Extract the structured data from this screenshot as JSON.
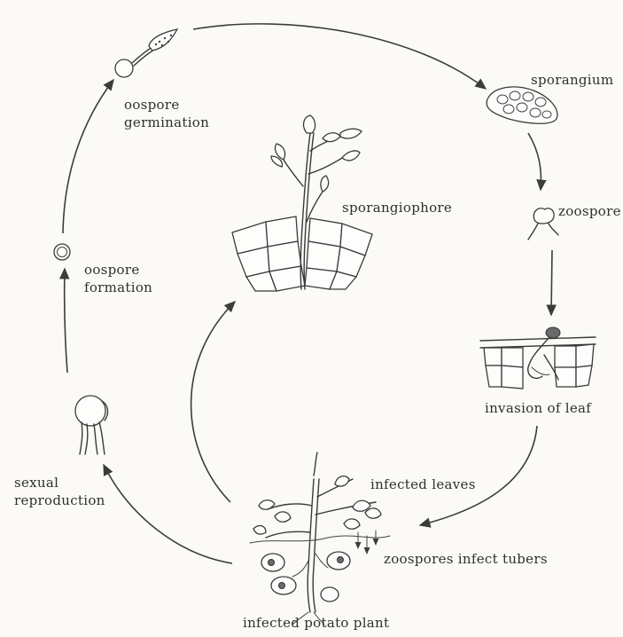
{
  "labels": {
    "oospore_germination": [
      "oospore",
      "germination"
    ],
    "sporangium": "sporangium",
    "sporangiophore": "sporangiophore",
    "zoospore": "zoospore",
    "oospore_formation": [
      "oospore",
      "formation"
    ],
    "invasion_of_leaf": "invasion of leaf",
    "sexual_reproduction": [
      "sexual",
      "reproduction"
    ],
    "infected_leaves": "infected leaves",
    "zoospores_infect_tubers": "zoospores infect tubers",
    "infected_potato_plant": "infected potato plant"
  }
}
